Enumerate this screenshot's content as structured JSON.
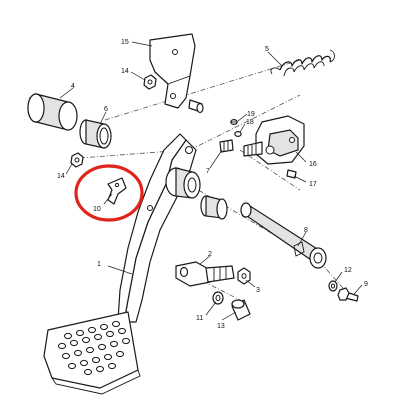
{
  "callouts": {
    "c1": "1",
    "c2": "2",
    "c3": "3",
    "c4": "4",
    "c5": "5",
    "c6": "6",
    "c7": "7",
    "c8": "8",
    "c9": "9",
    "c10": "10",
    "c11": "11",
    "c12": "12",
    "c13": "13",
    "c14a": "14",
    "c14b": "14",
    "c15": "15",
    "c16": "16",
    "c17": "17",
    "c18": "18",
    "c19": "19"
  },
  "highlight": {
    "color": "#e0241b",
    "target_part": "10"
  }
}
